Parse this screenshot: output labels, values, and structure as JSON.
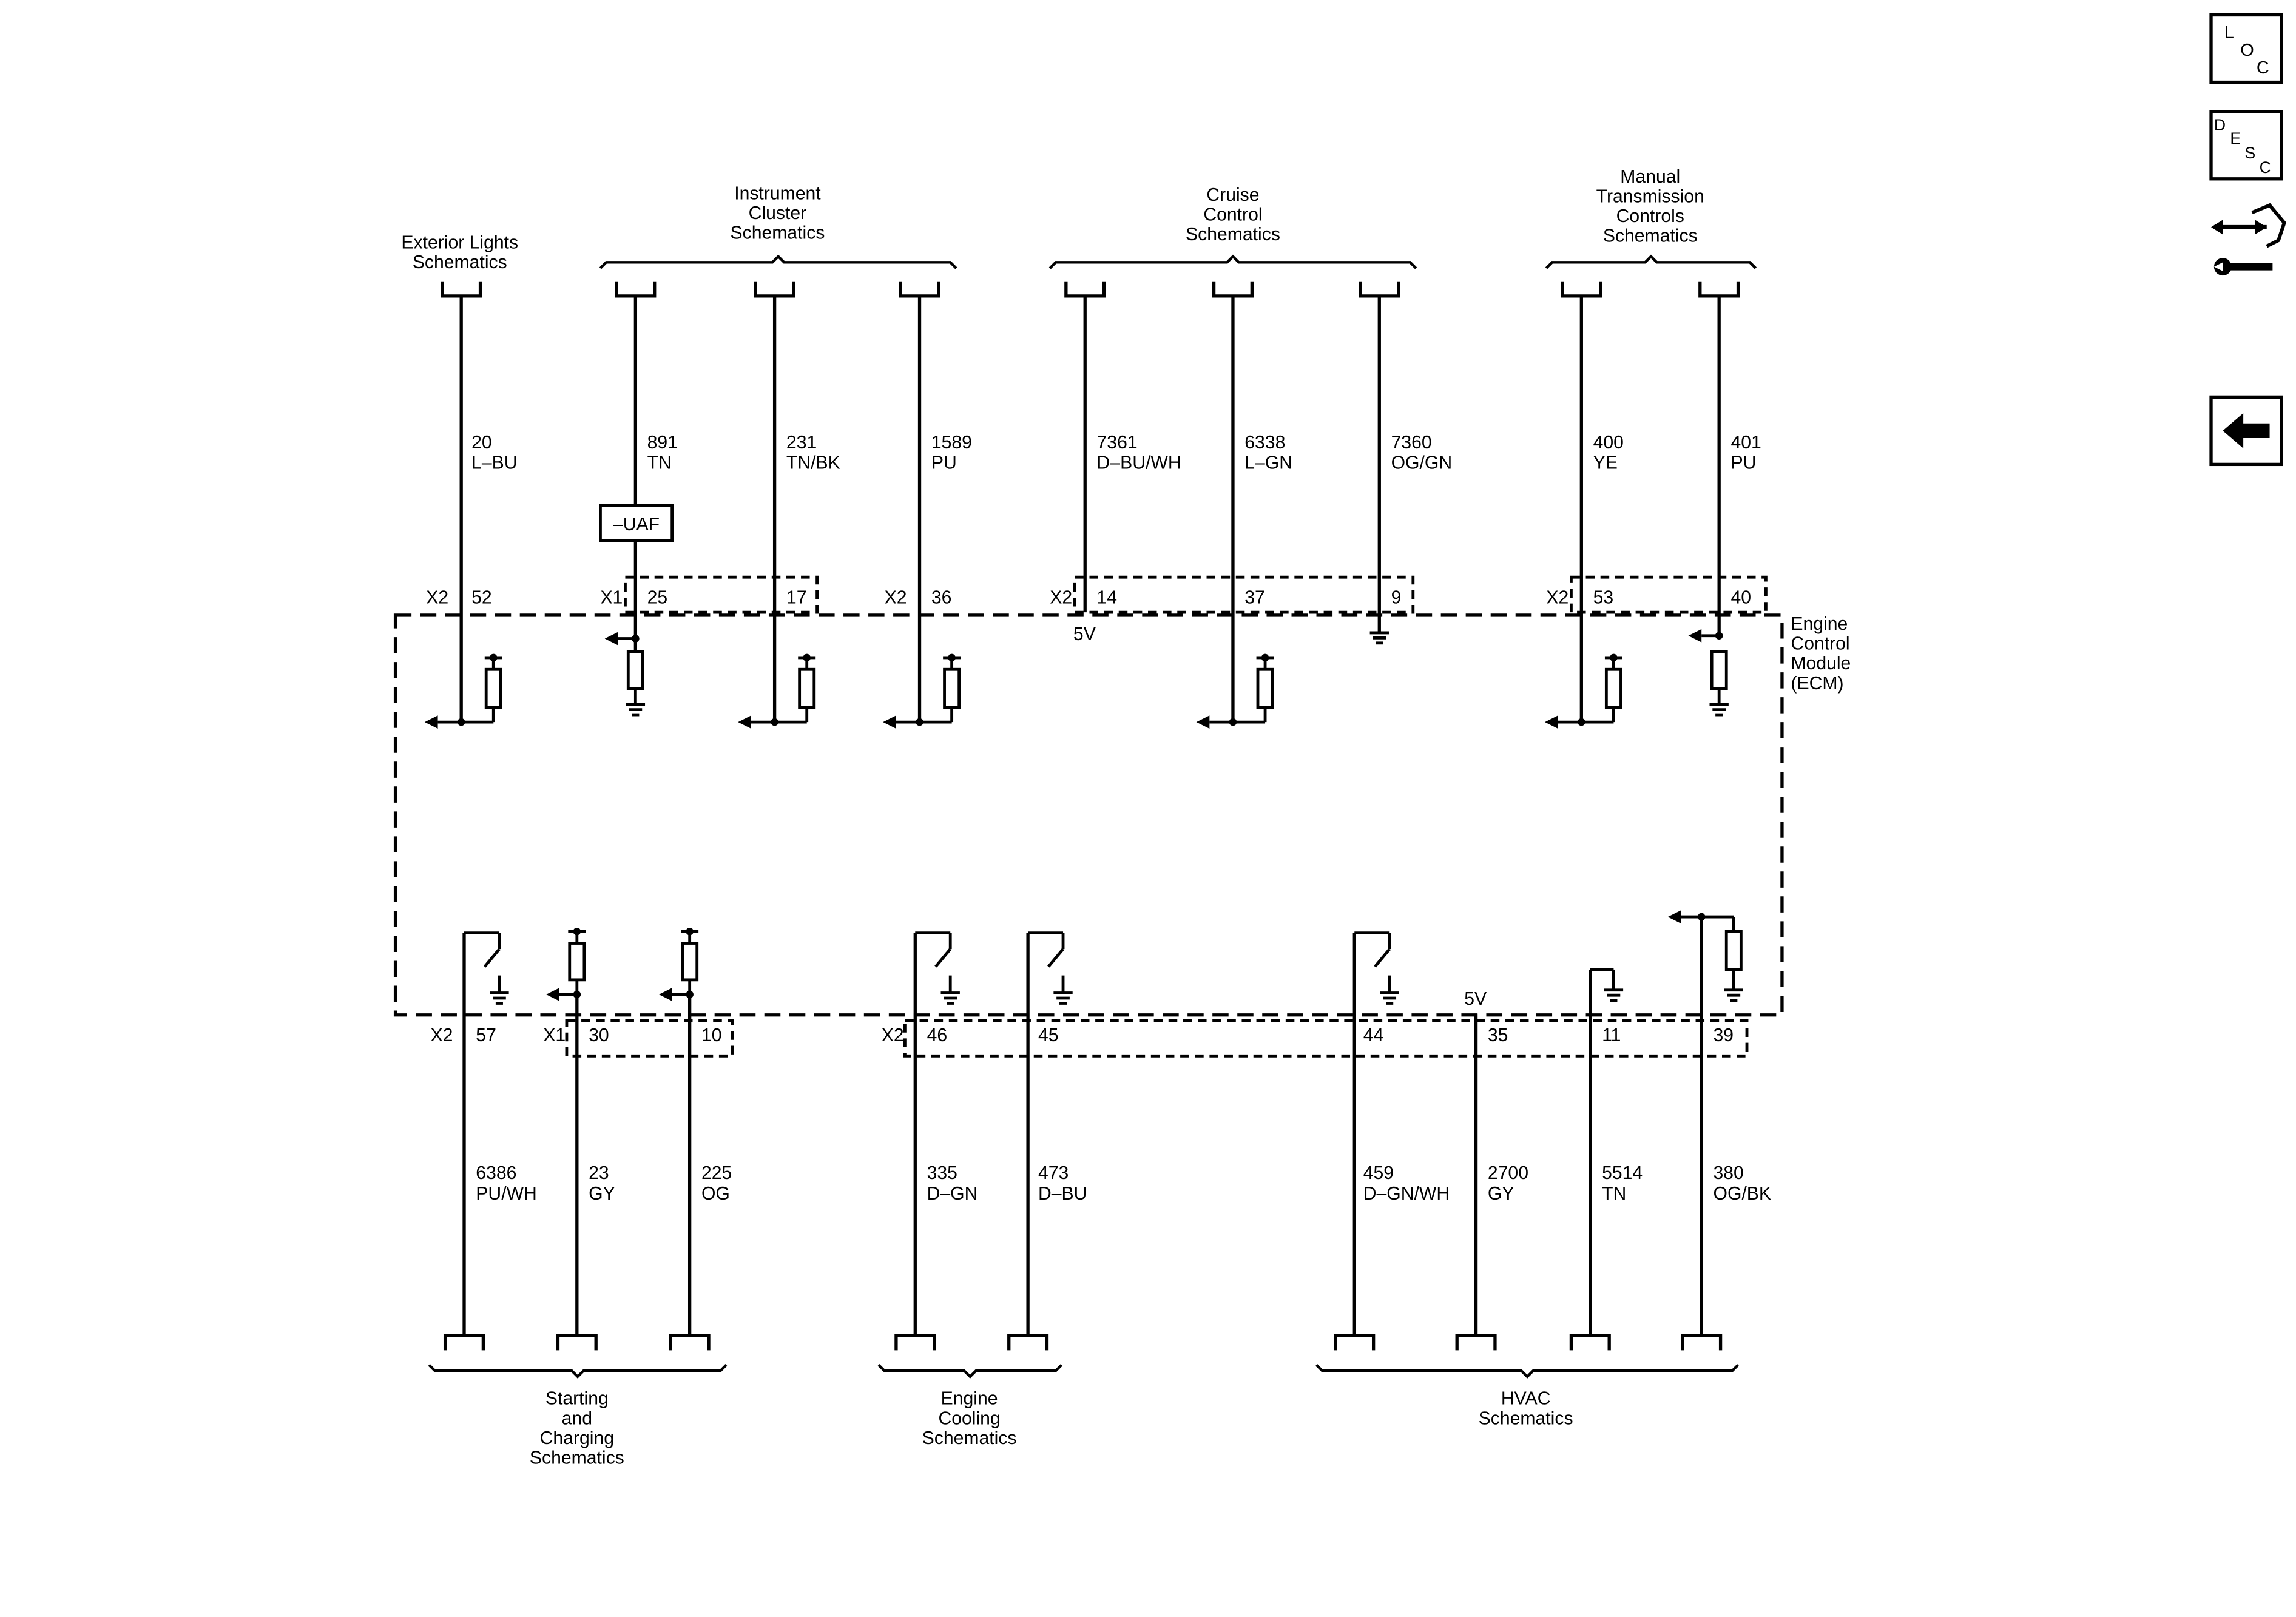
{
  "module": {
    "name_lines": [
      "Engine",
      "Control",
      "Module",
      "(ECM)"
    ]
  },
  "nav": {
    "loc": {
      "letters": [
        "L",
        "O",
        "C"
      ],
      "icon": "loc-icon"
    },
    "desc": {
      "letters": [
        "D",
        "E",
        "S",
        "C"
      ],
      "icon": "desc-icon"
    },
    "connector_tool": {
      "icon": "connector-wrench-icon"
    },
    "back": {
      "icon": "back-arrow-icon"
    }
  },
  "top_groups": [
    {
      "id": "exterior-lights",
      "lines": [
        "Exterior Lights",
        "Schematics"
      ]
    },
    {
      "id": "instrument-cluster",
      "lines": [
        "Instrument",
        "Cluster",
        "Schematics"
      ]
    },
    {
      "id": "cruise-control",
      "lines": [
        "Cruise",
        "Control",
        "Schematics"
      ]
    },
    {
      "id": "manual-transmission",
      "lines": [
        "Manual",
        "Transmission",
        "Controls",
        "Schematics"
      ]
    }
  ],
  "bottom_groups": [
    {
      "id": "starting-charging",
      "lines": [
        "Starting",
        "and",
        "Charging",
        "Schematics"
      ]
    },
    {
      "id": "engine-cooling",
      "lines": [
        "Engine",
        "Cooling",
        "Schematics"
      ]
    },
    {
      "id": "hvac",
      "lines": [
        "HVAC",
        "Schematics"
      ]
    }
  ],
  "inline_labels": {
    "uaf": "–UAF",
    "five_v_top": "5V",
    "five_v_bottom": "5V"
  },
  "top_circuits": [
    {
      "circuit": "20",
      "color": "L–BU",
      "connector": "X2",
      "pin": "52"
    },
    {
      "circuit": "891",
      "color": "TN",
      "connector": "X1",
      "pin": "25"
    },
    {
      "circuit": "231",
      "color": "TN/BK",
      "connector": "",
      "pin": "17"
    },
    {
      "circuit": "1589",
      "color": "PU",
      "connector": "X2",
      "pin": "36"
    },
    {
      "circuit": "7361",
      "color": "D–BU/WH",
      "connector": "X2",
      "pin": "14"
    },
    {
      "circuit": "6338",
      "color": "L–GN",
      "connector": "",
      "pin": "37"
    },
    {
      "circuit": "7360",
      "color": "OG/GN",
      "connector": "",
      "pin": "9"
    },
    {
      "circuit": "400",
      "color": "YE",
      "connector": "X2",
      "pin": "53"
    },
    {
      "circuit": "401",
      "color": "PU",
      "connector": "",
      "pin": "40"
    }
  ],
  "bottom_circuits": [
    {
      "circuit": "6386",
      "color": "PU/WH",
      "connector": "X2",
      "pin": "57"
    },
    {
      "circuit": "23",
      "color": "GY",
      "connector": "X1",
      "pin": "30"
    },
    {
      "circuit": "225",
      "color": "OG",
      "connector": "",
      "pin": "10"
    },
    {
      "circuit": "335",
      "color": "D–GN",
      "connector": "X2",
      "pin": "46"
    },
    {
      "circuit": "473",
      "color": "D–BU",
      "connector": "",
      "pin": "45"
    },
    {
      "circuit": "459",
      "color": "D–GN/WH",
      "connector": "",
      "pin": "44"
    },
    {
      "circuit": "2700",
      "color": "GY",
      "connector": "",
      "pin": "35"
    },
    {
      "circuit": "5514",
      "color": "TN",
      "connector": "",
      "pin": "11"
    },
    {
      "circuit": "380",
      "color": "OG/BK",
      "connector": "",
      "pin": "39"
    }
  ]
}
